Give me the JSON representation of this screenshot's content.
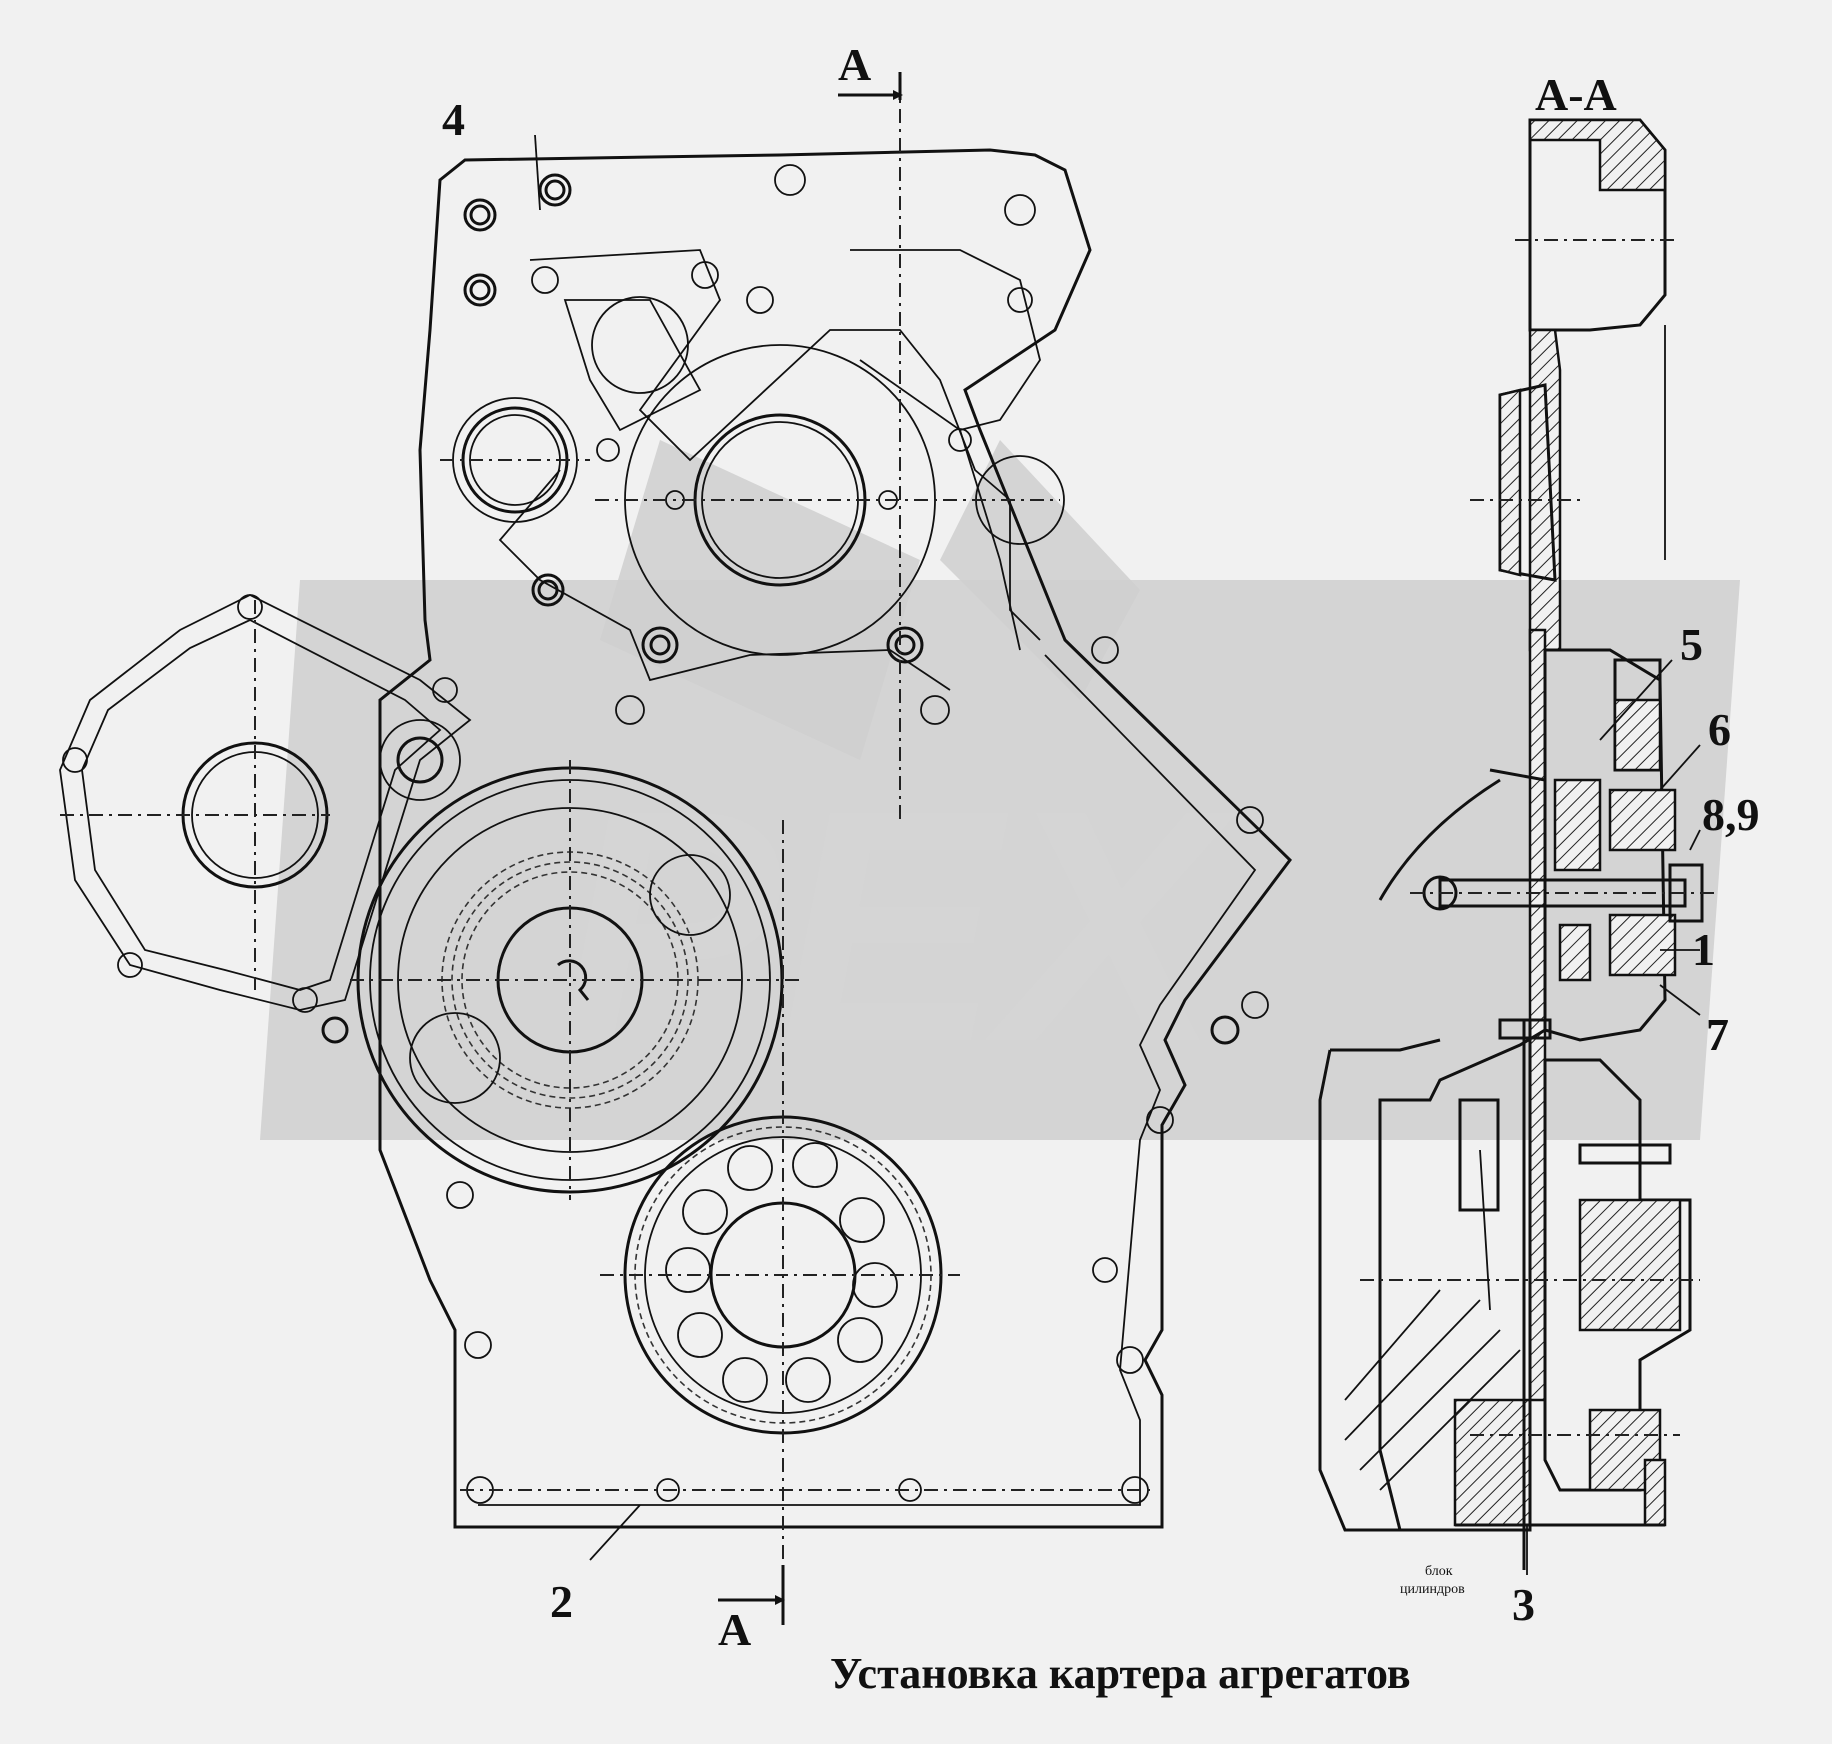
{
  "title": "Установка картера агрегатов",
  "section_label": "А-А",
  "cut_marks": {
    "top": "А",
    "bottom": "А"
  },
  "callouts": [
    "1",
    "2",
    "3",
    "4",
    "5",
    "6",
    "7",
    "8,9"
  ],
  "block_label": {
    "line1": "блок",
    "line2": "цилиндров"
  },
  "watermark": "PEX",
  "colors": {
    "background": "#f1f1f1",
    "ink": "#111111",
    "watermark": "#cfcfcf"
  }
}
